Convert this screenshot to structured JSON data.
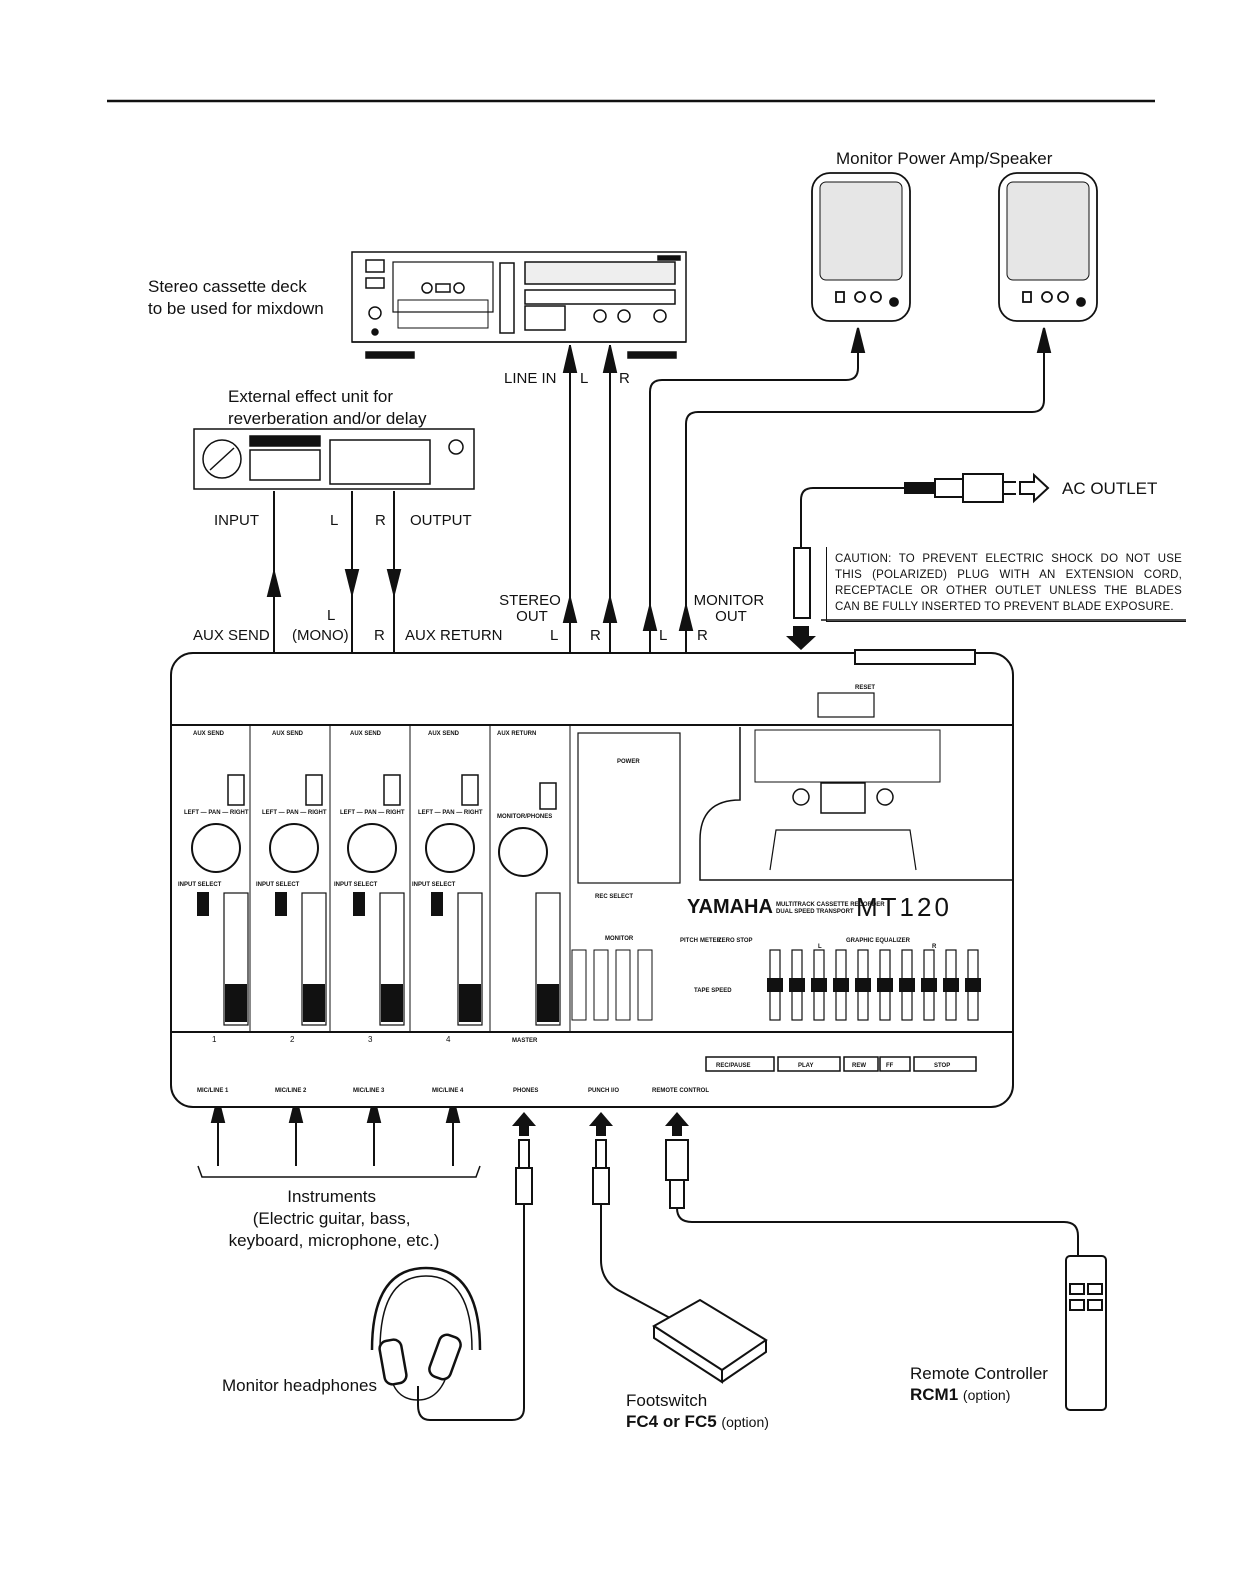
{
  "devices": {
    "cassette_deck": "Stereo cassette deck\nto be used for mixdown",
    "effect_unit": "External effect unit for\nreverberation and/or delay",
    "monitor_amp": "Monitor Power Amp/Speaker",
    "ac_outlet": "AC OUTLET",
    "instruments": "Instruments\n(Electric guitar, bass,\nkeyboard, microphone, etc.)",
    "headphones": "Monitor headphones",
    "footswitch": "Footswitch",
    "footswitch_model": "FC4 or FC5",
    "footswitch_option": "(option)",
    "remote": "Remote Controller",
    "remote_model": "RCM1",
    "remote_option": "(option)"
  },
  "caution": "CAUTION: TO PREVENT ELECTRIC SHOCK DO NOT USE THIS (POLARIZED) PLUG WITH AN EXTENSION CORD, RECEPTACLE OR OTHER OUTLET UNLESS THE BLADES CAN BE FULLY INSERTED TO PREVENT BLADE EXPOSURE.",
  "jacks": {
    "line_in": "LINE IN",
    "line_in_l": "L",
    "line_in_r": "R",
    "input": "INPUT",
    "output_l": "L",
    "output_r": "R",
    "output": "OUTPUT",
    "aux_send": "AUX SEND",
    "aux_l": "L",
    "mono": "(MONO)",
    "aux_r": "R",
    "aux_return": "AUX RETURN",
    "stereo_out": "STEREO\nOUT",
    "stereo_l": "L",
    "stereo_r": "R",
    "monitor_out": "MONITOR\nOUT",
    "monitor_l": "L",
    "monitor_r": "R"
  },
  "recorder": {
    "brand": "YAMAHA",
    "model": "MT120",
    "description": "MULTITRACK CASSETTE RECORDER\nDUAL SPEED TRANSPORT",
    "channel_numbers": [
      "1",
      "2",
      "3",
      "4"
    ],
    "master": "MASTER",
    "input_jacks": [
      "MIC/LINE 1",
      "MIC/LINE 2",
      "MIC/LINE 3",
      "MIC/LINE 4",
      "PHONES",
      "PUNCH I/O",
      "REMOTE CONTROL"
    ],
    "transport_buttons": [
      "REC/PAUSE",
      "PLAY",
      "REW",
      "FF",
      "STOP"
    ],
    "reset": "RESET",
    "power": "POWER",
    "aux_send_label": "AUX SEND",
    "aux_return_label": "AUX RETURN",
    "pan_label": "LEFT — PAN — RIGHT",
    "monitor_phones_label": "MONITOR/PHONES",
    "input_select": "INPUT SELECT",
    "rec_select": "REC SELECT",
    "monitor_label": "MONITOR",
    "graphic_eq": "GRAPHIC EQUALIZER",
    "eq_l": "L",
    "eq_r": "R",
    "pitch": "PITCH",
    "meter": "METER",
    "zero_stop": "ZERO STOP",
    "tape_speed": "TAPE SPEED"
  }
}
